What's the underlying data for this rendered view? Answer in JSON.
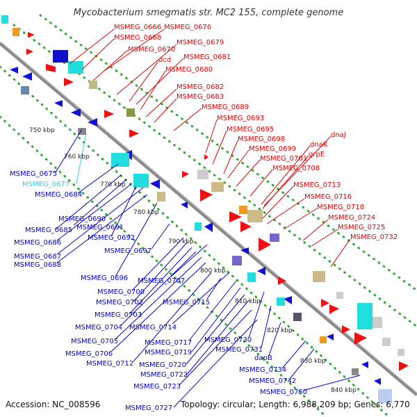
{
  "title": "Mycobacterium smegmatis str. MC2 155, complete genome",
  "footer": {
    "accession": "Accession: NC_008596",
    "summary": "Topology: circular; Length: 6,988,209 bp; Genes: 6,770"
  },
  "colors": {
    "plus_strand_label": "#dd0000",
    "minus_strand_label": "#0000cc",
    "highlight_label": "#33ccee",
    "backbone": "#888888",
    "dots": "#33aa33"
  },
  "kbp_ticks": [
    "750 kbp",
    "760 kbp",
    "770 kbp",
    "780 kbp",
    "790 kbp",
    "800 kbp",
    "810 kbp",
    "820 kbp",
    "830 kbp",
    "840 kbp"
  ],
  "labels_plus": [
    "MSMEG_0666",
    "MSMEG_0676",
    "MSMEG_0668",
    "MSMEG_0670",
    "MSMEG_0679",
    "dcd",
    "MSMEG_0681",
    "MSMEG_0680",
    "MSMEG_0682",
    "MSMEG_0683",
    "MSMEG_0689",
    "MSMEG_0693",
    "MSMEG_0695",
    "MSMEG_0698",
    "dnaJ",
    "dnaK",
    "MSMEG_0699",
    "grpE",
    "MSMEG_0701",
    "MSMEG_0708",
    "MSMEG_0713",
    "MSMEG_0716",
    "MSMEG_0718",
    "MSMEG_0724",
    "MSMEG_0725",
    "MSMEG_0732"
  ],
  "labels_minus": [
    "MSMEG_0675",
    "MSMEG_0677",
    "MSMEG_0684",
    "MSMEG_0690",
    "MSMEG_0685",
    "MSMEG_0691",
    "MSMEG_0692",
    "MSMEG_0686",
    "MSMEG_0697",
    "MSMEG_0687",
    "MSMEG_0688",
    "MSMEG_0696",
    "MSMEG_0707",
    "MSMEG_0700",
    "MSMEG_0702",
    "MSMEG_0715",
    "MSMEG_0703",
    "MSMEG_0714",
    "MSMEG_0704",
    "MSMEG_0705",
    "MSMEG_0717",
    "MSMEG_0730",
    "MSMEG_0706",
    "MSMEG_0719",
    "MSMEG_0731",
    "MSMEG_0712",
    "MSMEG_0720",
    "dapB",
    "MSMEG_0722",
    "MSMEG_0734",
    "MSMEG_0742",
    "MSMEG_0723",
    "MSMEG_0750",
    "MSMEG_0727"
  ]
}
